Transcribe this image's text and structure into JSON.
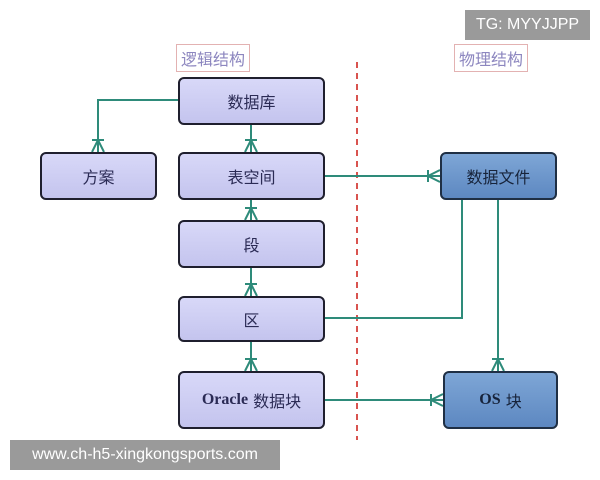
{
  "labels": {
    "logical": "逻辑结构",
    "physical": "物理结构"
  },
  "nodes": {
    "database": "数据库",
    "schema": "方案",
    "tablespace": "表空间",
    "segment": "段",
    "extent": "区",
    "oracle_block_en": "Oracle",
    "oracle_block_cn": " 数据块",
    "datafile": "数据文件",
    "os_block_en": "OS",
    "os_block_cn": " 块"
  },
  "badges": {
    "tg": "TG: MYYJJPP",
    "url": "www.ch-h5-xingkongsports.com"
  },
  "colors": {
    "logical_fill": "#c9c9f2",
    "physical_fill": "#6b93c9",
    "connector": "#2e8b7a",
    "divider": "#d9534f"
  }
}
